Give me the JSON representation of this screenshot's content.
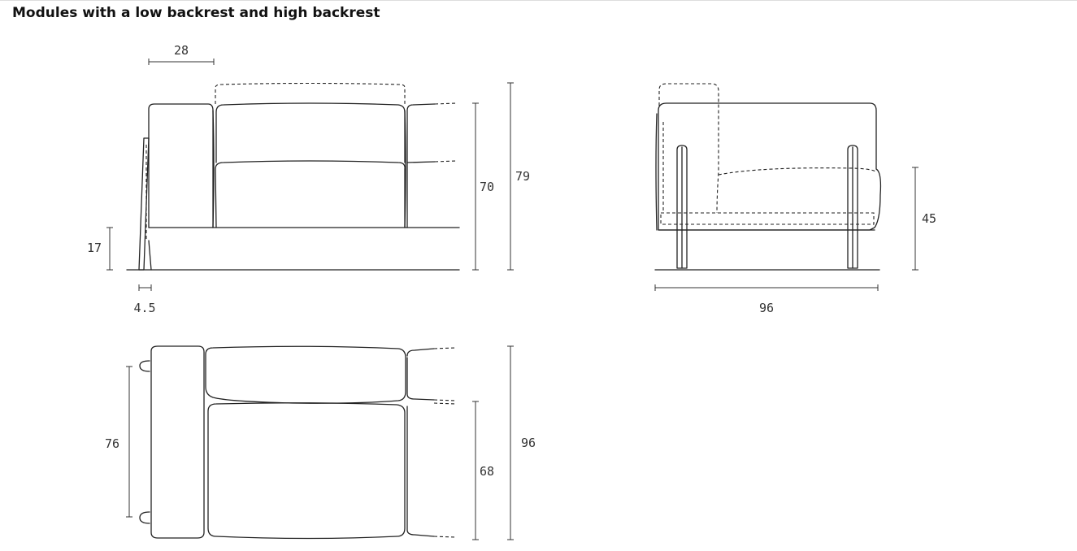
{
  "title": "Modules with a low backrest and high backrest",
  "colors": {
    "line": "#222222",
    "dimension": "#333333",
    "background": "#ffffff"
  },
  "front_view": {
    "dim_armrest_width": "28",
    "dim_seat_height": "17",
    "dim_foot": "4.5",
    "dim_low_backrest_height": "70",
    "dim_high_backrest_height": "79"
  },
  "side_view": {
    "dim_seat_height": "45",
    "dim_depth": "96"
  },
  "top_view": {
    "dim_armrest_length": "76",
    "dim_seat_depth": "68",
    "dim_total_depth": "96"
  }
}
